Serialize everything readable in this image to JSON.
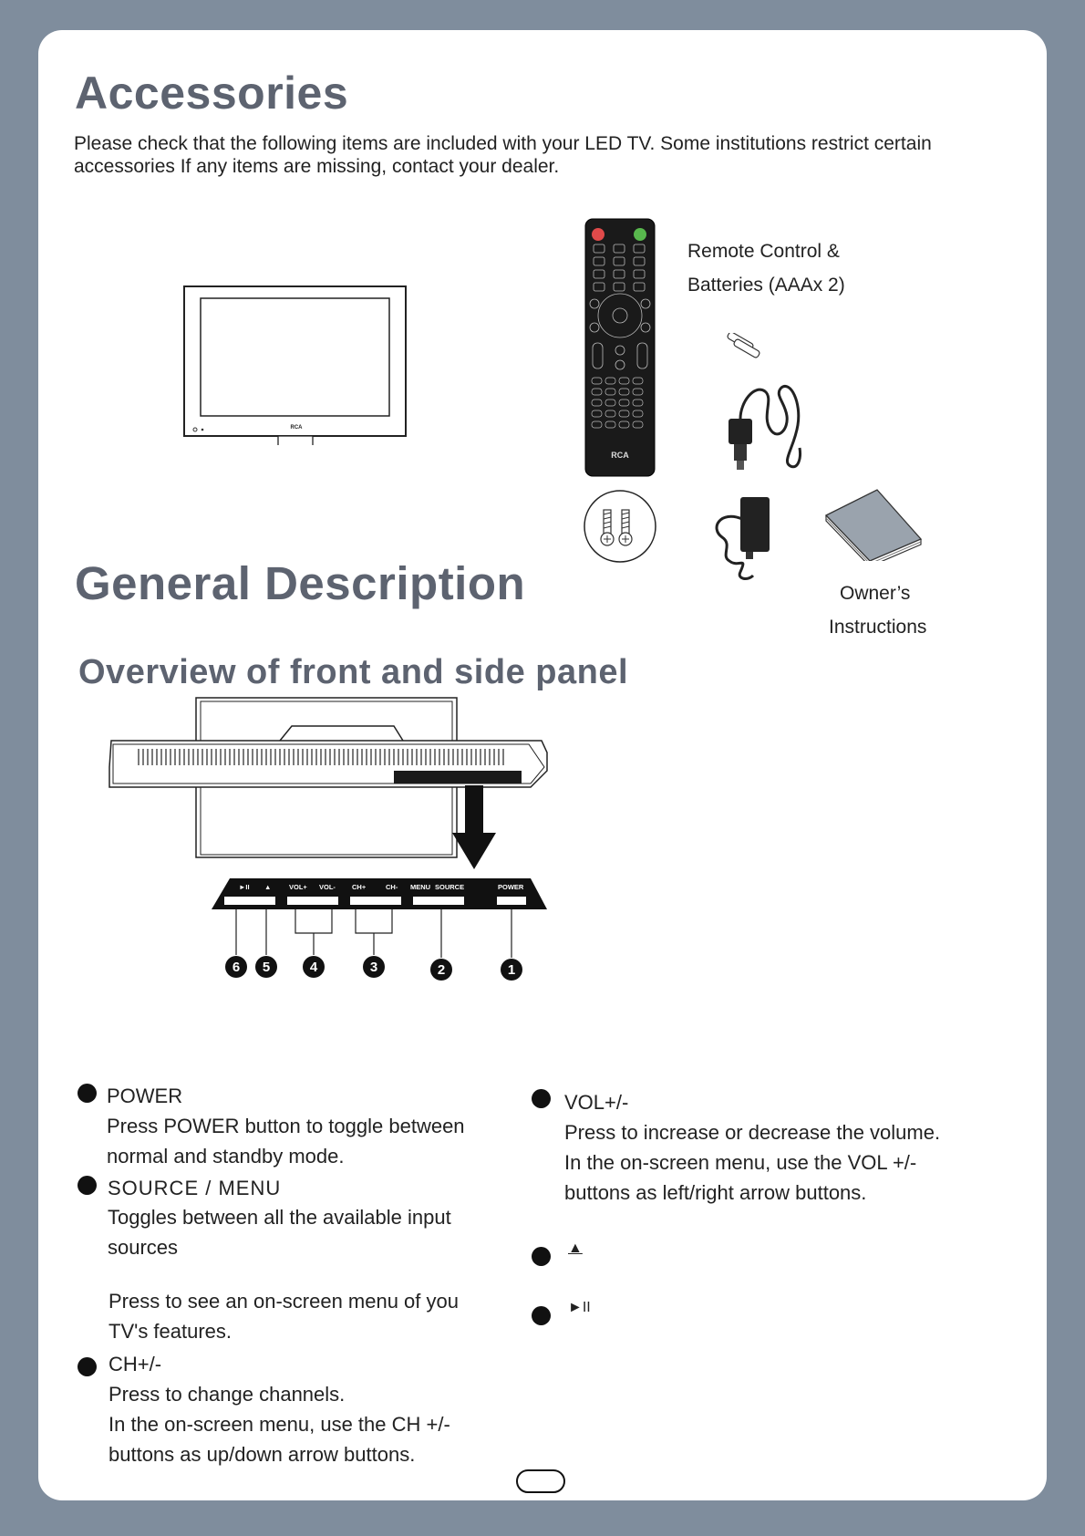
{
  "accessories": {
    "title": "Accessories",
    "intro": "Please check that the following items are included with your LED TV. Some institutions restrict certain accessories If any items are missing, contact your dealer.",
    "remote_label_line1": "Remote Control &",
    "remote_label_line2": "Batteries (AAAx 2)",
    "manual_label_line1": "Owner’s",
    "manual_label_line2": "Instructions",
    "brand_logo": "RCA"
  },
  "general": {
    "title": "General Description",
    "subtitle": "Overview of front and side panel"
  },
  "panel": {
    "buttons": [
      "►II",
      "▲",
      "VOL+",
      "VOL-",
      "CH+",
      "CH-",
      "MENU",
      "SOURCE",
      "POWER"
    ],
    "callouts": [
      "6",
      "5",
      "4",
      "3",
      "2",
      "1"
    ]
  },
  "descriptions": {
    "power_title": "POWER",
    "power_line1": "Press POWER  button to toggle between",
    "power_line2": "normal  and standby mode.",
    "source_title": "SOURCE / MENU",
    "source_line1": "Toggles between all the available input",
    "source_line2": "sources",
    "menu_line1": "Press to see an on-screen menu of you",
    "menu_line2": "TV's features.",
    "ch_title": "CH+/-",
    "ch_line1": "Press to change channels.",
    "ch_line2": "In the on-screen menu, use the CH +/-",
    "ch_line3": "buttons as up/down arrow buttons.",
    "vol_title": "VOL+/-",
    "vol_line1": "Press to increase or decrease the volume.",
    "vol_line2": "In the on-screen menu, use the VOL +/-",
    "vol_line3": "buttons as left/right arrow buttons.",
    "eject_symbol": "▲",
    "play_symbol": "►II"
  },
  "icons": [
    "tv-illustration-icon",
    "remote-control-icon",
    "batteries-icon",
    "car-adapter-icon",
    "screws-icon",
    "power-adapter-icon",
    "manual-booklet-icon",
    "tv-top-panel-icon",
    "arrow-down-icon"
  ]
}
